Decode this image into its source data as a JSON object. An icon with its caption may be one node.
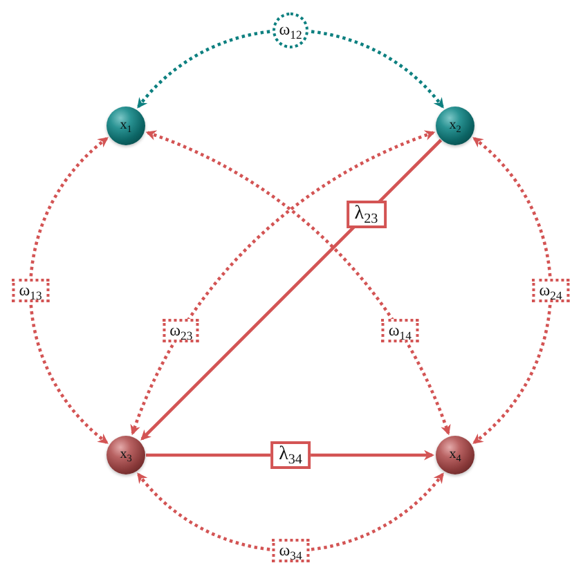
{
  "diagram": {
    "nodes": [
      {
        "text": [
          "x$_{1}$"
        ]
      },
      {
        "text": [
          "x$_{2}$"
        ]
      },
      {
        "text": [
          "x$_{3}$"
        ]
      },
      {
        "text": [
          "x$_{4}$"
        ]
      }
    ],
    "edges": [
      {
        "from": 0,
        "to": 1,
        "arrow": "both",
        "label": "ω$_{12}$",
        "style": "dashed",
        "color": "#0e8080"
      },
      {
        "from": 1,
        "to": 2,
        "arrow": "to",
        "label": "λ$_{23}$"
      },
      {
        "from": 0,
        "to": 2,
        "arrow": "both",
        "label": "ω$_{13}$",
        "style": "dashed"
      },
      {
        "from": 1,
        "to": 2,
        "arrow": "both",
        "label": "ω$_{23}$",
        "style": "dashed"
      },
      {
        "from": 0,
        "to": 3,
        "arrow": "both",
        "label": "ω$_{14}$",
        "style": "dashed"
      },
      {
        "from": 1,
        "to": 3,
        "arrow": "both",
        "label": "ω$_{24}$",
        "style": "dashed"
      },
      {
        "from": 2,
        "to": 3,
        "arrow": "to",
        "label": "λ$_{34}$"
      },
      {
        "from": 2,
        "to": 3,
        "arrow": "both",
        "label": "ω$_{34}$",
        "style": "dashed"
      }
    ]
  }
}
